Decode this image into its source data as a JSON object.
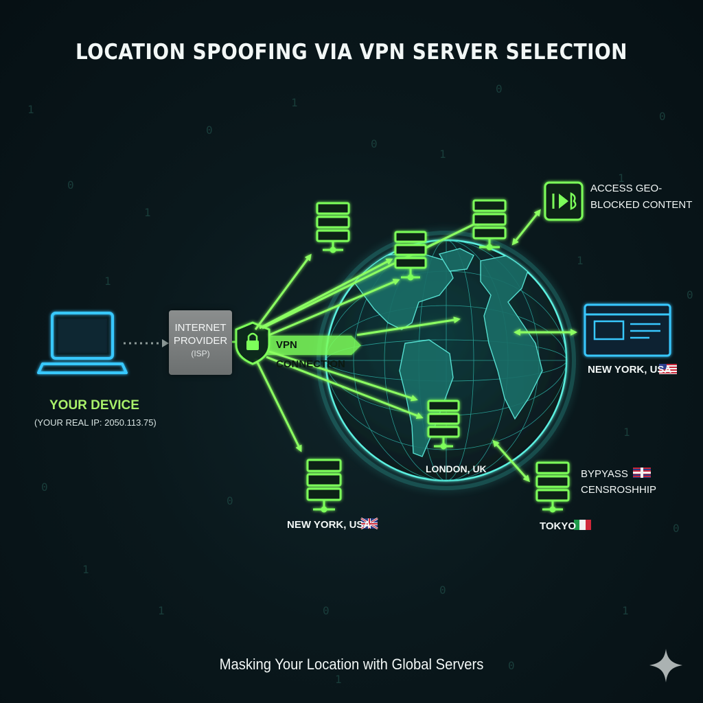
{
  "title": "LOCATION SPOOFING VIA VPN SERVER SELECTION",
  "subtitle": "Masking Your Location with Global Servers",
  "device": {
    "label": "YOUR DEVICE",
    "ip_note": "(YOUR REAL IP: 2050.113.75)"
  },
  "isp": {
    "line1": "INTERNET",
    "line2": "PROVIDER",
    "line3": "(ISP)"
  },
  "vpn_connection_label": "VPN CONNECTION",
  "features": {
    "geo_blocked": {
      "line1": "ACCESS GEO-",
      "line2": "BLOCKED CONTENT",
      "icon": "media-play-icon"
    },
    "browser_location": {
      "label": "NEW YORK, USA",
      "icon": "browser-window-icon",
      "flag": "us-flag"
    },
    "censorship": {
      "line1": "BYPYASS",
      "line2": "CENSROSHHIP",
      "flag": "uk-flag"
    }
  },
  "servers": {
    "bottom_left": {
      "label": "NEW YORK, USA",
      "flag": "uk-flag"
    },
    "globe_south": {
      "label": "LONDON, UK"
    },
    "tokyo": {
      "label": "TOKYO",
      "flag": "italy-flag"
    }
  },
  "colors": {
    "accent_green": "#7dff5a",
    "device_cyan": "#38c8ff",
    "globe_cyan": "#40e6d8",
    "background": "#08161a"
  },
  "background_digits": [
    "1",
    "0",
    "1",
    "0",
    "1",
    "1",
    "0",
    "0",
    "1",
    "0",
    "1",
    "0",
    "1",
    "1",
    "0",
    "0",
    "1",
    "0",
    "1",
    "0",
    "0",
    "1",
    "1",
    "0"
  ]
}
